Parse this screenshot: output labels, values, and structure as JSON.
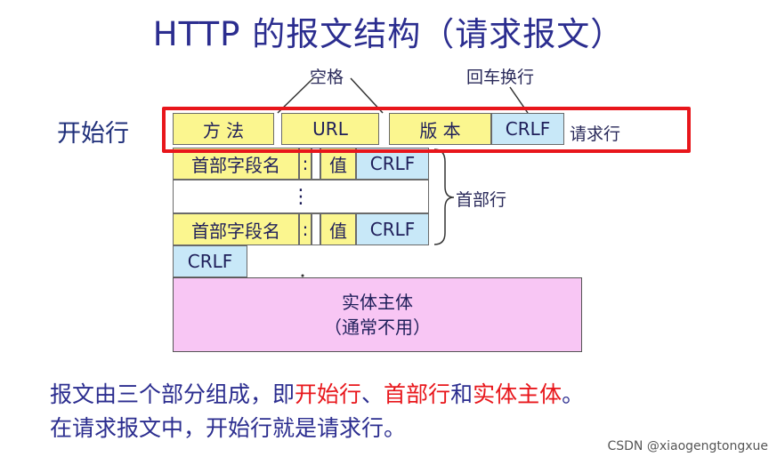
{
  "title": "HTTP 的报文结构（请求报文）",
  "labels": {
    "start_line": "开始行",
    "space": "空格",
    "crlf_note": "回车换行",
    "request_line": "请求行",
    "header_lines": "首部行"
  },
  "request_line_cells": {
    "method": "方  法",
    "url": "URL",
    "version": "版  本",
    "crlf": "CRLF"
  },
  "header_rows": [
    {
      "name": "首部字段名",
      "colon": ":",
      "value": "值",
      "crlf": "CRLF"
    },
    {
      "name": "首部字段名",
      "colon": ":",
      "value": "值",
      "crlf": "CRLF"
    }
  ],
  "ellipsis": "⋮",
  "blank_line_crlf": "CRLF",
  "body": {
    "line1": "实体主体",
    "line2": "（通常不用）"
  },
  "footer": {
    "line1_a": "报文由三个部分组成，即",
    "line1_b": "开始行",
    "line1_c": "、",
    "line1_d": "首部行",
    "line1_e": "和",
    "line1_f": "实体主体",
    "line1_g": "。",
    "line2": "在请求报文中，开始行就是请求行。"
  },
  "credit": "CSDN @xiaogengtongxue",
  "colors": {
    "title": "#2b2d8f",
    "highlight_red": "#e8161b",
    "cell_yellow": "#fbf68f",
    "cell_blue": "#c8e8f8",
    "body_pink": "#f8c6f4"
  }
}
